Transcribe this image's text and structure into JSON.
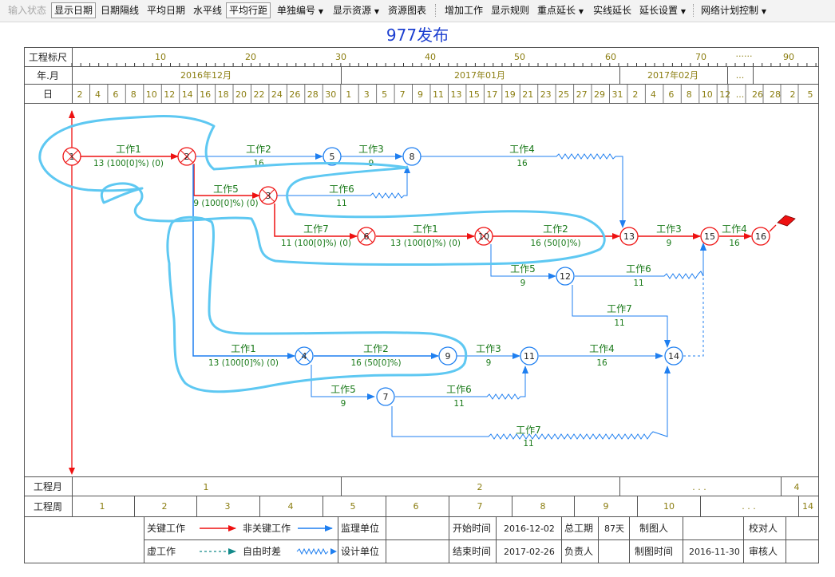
{
  "toolbar": {
    "items": [
      {
        "label": "输入状态",
        "state": "disabled"
      },
      {
        "label": "显示日期",
        "state": "pressed"
      },
      {
        "label": "日期隔线",
        "state": "normal"
      },
      {
        "label": "平均日期",
        "state": "normal"
      },
      {
        "label": "水平线",
        "state": "normal"
      },
      {
        "label": "平均行距",
        "state": "pressed"
      },
      {
        "label": "单独编号",
        "state": "dropdown"
      },
      {
        "label": "显示资源",
        "state": "dropdown"
      },
      {
        "label": "资源图表",
        "state": "normal"
      },
      {
        "label": "增加工作",
        "state": "normal"
      },
      {
        "label": "显示规则",
        "state": "normal"
      },
      {
        "label": "重点延长",
        "state": "dropdown"
      },
      {
        "label": "实线延长",
        "state": "normal"
      },
      {
        "label": "延长设置",
        "state": "dropdown"
      },
      {
        "label": "网络计划控制",
        "state": "dropdown"
      }
    ],
    "dropdown_glyph": "▼"
  },
  "title": "977发布",
  "timescale": {
    "ruler_label": "工程标尺",
    "ruler_ticks": [
      "10",
      "20",
      "30",
      "40",
      "50",
      "60",
      "70",
      "······",
      "90"
    ],
    "month_label": "年.月",
    "months": [
      "2016年12月",
      "2017年01月",
      "2017年02月",
      "...",
      ""
    ],
    "day_label": "日",
    "days": [
      "2",
      "4",
      "6",
      "8",
      "10",
      "12",
      "14",
      "16",
      "18",
      "20",
      "22",
      "24",
      "26",
      "28",
      "30",
      "1",
      "3",
      "5",
      "7",
      "9",
      "11",
      "13",
      "15",
      "17",
      "19",
      "21",
      "23",
      "25",
      "27",
      "29",
      "31",
      "2",
      "4",
      "6",
      "8",
      "10",
      "12",
      "...",
      "26",
      "28",
      "2",
      "5"
    ]
  },
  "nodes": [
    {
      "id": "1",
      "type": "critical-done"
    },
    {
      "id": "2",
      "type": "critical-done"
    },
    {
      "id": "3",
      "type": "critical-done"
    },
    {
      "id": "4",
      "type": "noncritical-done"
    },
    {
      "id": "5",
      "type": "normal"
    },
    {
      "id": "6",
      "type": "critical-done"
    },
    {
      "id": "7",
      "type": "normal"
    },
    {
      "id": "8",
      "type": "normal"
    },
    {
      "id": "9",
      "type": "normal"
    },
    {
      "id": "10",
      "type": "critical-done"
    },
    {
      "id": "11",
      "type": "normal"
    },
    {
      "id": "12",
      "type": "normal"
    },
    {
      "id": "13",
      "type": "critical"
    },
    {
      "id": "14",
      "type": "normal"
    },
    {
      "id": "15",
      "type": "critical"
    },
    {
      "id": "16",
      "type": "critical"
    }
  ],
  "activities": [
    {
      "name": "工作1",
      "duration": "13 (100[0]%) (0)",
      "from": "1",
      "to": "2",
      "kind": "critical"
    },
    {
      "name": "工作2",
      "duration": "16",
      "from": "2",
      "to": "5",
      "kind": "normal"
    },
    {
      "name": "工作3",
      "duration": "9",
      "from": "5",
      "to": "8",
      "kind": "normal"
    },
    {
      "name": "工作4",
      "duration": "16",
      "from": "8",
      "to": "13",
      "kind": "normal-free-float"
    },
    {
      "name": "工作5",
      "duration": "9 (100[0]%) (0)",
      "from": "2",
      "to": "3",
      "kind": "critical"
    },
    {
      "name": "工作6",
      "duration": "11",
      "from": "3",
      "to": "8",
      "kind": "normal-free-float"
    },
    {
      "name": "工作7",
      "duration": "11 (100[0]%) (0)",
      "from": "3",
      "to": "6",
      "kind": "critical"
    },
    {
      "name": "工作1",
      "duration": "13 (100[0]%) (0)",
      "from": "6",
      "to": "10",
      "kind": "critical"
    },
    {
      "name": "工作2",
      "duration": "16 (50[0]%)",
      "from": "10",
      "to": "13",
      "kind": "critical"
    },
    {
      "name": "工作3",
      "duration": "9",
      "from": "13",
      "to": "15",
      "kind": "critical"
    },
    {
      "name": "工作4",
      "duration": "16",
      "from": "15",
      "to": "16",
      "kind": "critical"
    },
    {
      "name": "工作5",
      "duration": "9",
      "from": "10",
      "to": "12",
      "kind": "normal"
    },
    {
      "name": "工作6",
      "duration": "11",
      "from": "12",
      "to": "15",
      "kind": "normal-free-float"
    },
    {
      "name": "工作7",
      "duration": "11",
      "from": "12",
      "to": "14",
      "kind": "normal"
    },
    {
      "name": "工作1",
      "duration": "13 (100[0]%) (0)",
      "from": "2",
      "to": "4",
      "kind": "normal"
    },
    {
      "name": "工作2",
      "duration": "16 (50[0]%)",
      "from": "4",
      "to": "9",
      "kind": "normal"
    },
    {
      "name": "工作3",
      "duration": "9",
      "from": "9",
      "to": "11",
      "kind": "normal"
    },
    {
      "name": "工作4",
      "duration": "16",
      "from": "11",
      "to": "14",
      "kind": "normal"
    },
    {
      "name": "工作5",
      "duration": "9",
      "from": "4",
      "to": "7",
      "kind": "normal"
    },
    {
      "name": "工作6",
      "duration": "11",
      "from": "7",
      "to": "11",
      "kind": "normal-free-float"
    },
    {
      "name": "工作7",
      "duration": "11",
      "from": "7",
      "to": "14",
      "kind": "normal-free-float"
    },
    {
      "name": "",
      "duration": "",
      "from": "14",
      "to": "15",
      "kind": "dummy"
    }
  ],
  "bottom": {
    "project_month_label": "工程月",
    "project_months": [
      "1",
      "2",
      ". . .",
      "4"
    ],
    "project_week_label": "工程周",
    "project_weeks": [
      "1",
      "2",
      "3",
      "4",
      "5",
      "6",
      "7",
      "8",
      "9",
      "10",
      ". . .",
      "14"
    ]
  },
  "legend": {
    "critical": "关键工作",
    "noncritical": "非关键工作",
    "supervisor": "监理单位",
    "dummy": "虚工作",
    "free_float": "自由时差",
    "designer": "设计单位",
    "start_label": "开始时间",
    "start_value": "2016-12-02",
    "total_label": "总工期",
    "total_value": "87天",
    "drawer_label": "制图人",
    "checker_label": "校对人",
    "end_label": "结束时间",
    "end_value": "2017-02-26",
    "owner_label": "负责人",
    "draw_time_label": "制图时间",
    "draw_time_value": "2016-11-30",
    "reviewer_label": "审核人"
  },
  "colors": {
    "critical": "#ee1111",
    "normal": "#1f7ff0",
    "label_green": "#1a7a1a",
    "olive": "#8b7d10",
    "annotation": "#5ec8f2",
    "title": "#1c3fd0",
    "grid": "#555555"
  }
}
